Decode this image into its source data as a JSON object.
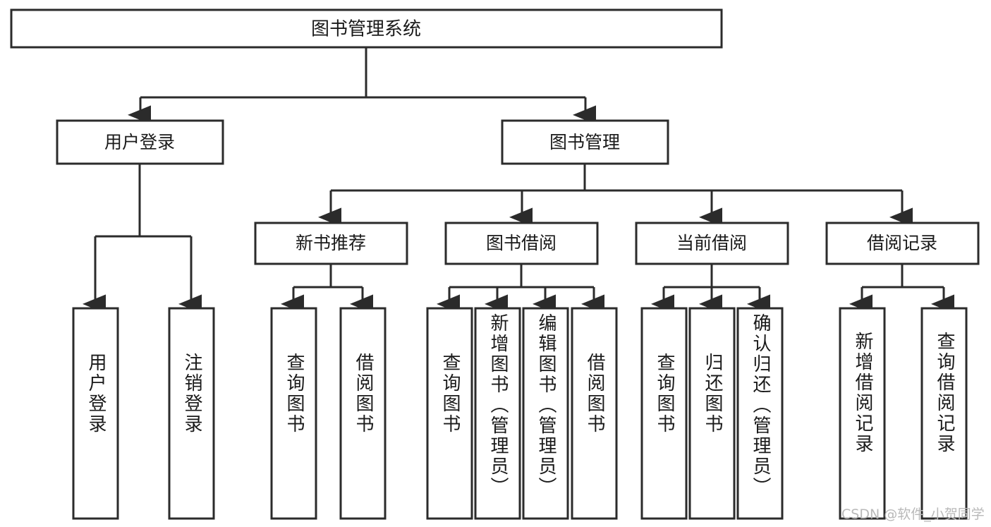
{
  "diagram": {
    "type": "tree",
    "title": "图书管理系统",
    "root": {
      "id": "root",
      "label": "图书管理系统"
    },
    "level2": [
      {
        "id": "user-login",
        "label": "用户登录"
      },
      {
        "id": "book-manage",
        "label": "图书管理"
      }
    ],
    "level3": [
      {
        "id": "new-book-recommend",
        "label": "新书推荐",
        "parent": "book-manage"
      },
      {
        "id": "book-borrow",
        "label": "图书借阅",
        "parent": "book-manage"
      },
      {
        "id": "current-borrow",
        "label": "当前借阅",
        "parent": "book-manage"
      },
      {
        "id": "borrow-record",
        "label": "借阅记录",
        "parent": "book-manage"
      }
    ],
    "leaves": [
      {
        "id": "leaf-user-login",
        "label": "用户登录",
        "parent": "user-login"
      },
      {
        "id": "leaf-logout-login",
        "label": "注销登录",
        "parent": "user-login"
      },
      {
        "id": "leaf-query-book-1",
        "label": "查询图书",
        "parent": "new-book-recommend"
      },
      {
        "id": "leaf-borrow-book-1",
        "label": "借阅图书",
        "parent": "new-book-recommend"
      },
      {
        "id": "leaf-query-book-2",
        "label": "查询图书",
        "parent": "book-borrow"
      },
      {
        "id": "leaf-add-book",
        "label": "新增图书（管理员）",
        "parent": "book-borrow"
      },
      {
        "id": "leaf-edit-book",
        "label": "编辑图书（管理员）",
        "parent": "book-borrow"
      },
      {
        "id": "leaf-borrow-book-2",
        "label": "借阅图书",
        "parent": "book-borrow"
      },
      {
        "id": "leaf-query-book-3",
        "label": "查询图书",
        "parent": "current-borrow"
      },
      {
        "id": "leaf-return-book",
        "label": "归还图书",
        "parent": "current-borrow"
      },
      {
        "id": "leaf-confirm-return",
        "label": "确认归还（管理员）",
        "parent": "current-borrow"
      },
      {
        "id": "leaf-add-record",
        "label": "新增借阅记录",
        "parent": "borrow-record"
      },
      {
        "id": "leaf-query-record",
        "label": "查询借阅记录",
        "parent": "borrow-record"
      }
    ],
    "watermark": "CSDN @软件_小贺同学",
    "colors": {
      "stroke": "#2b2b2b",
      "fill": "#ffffff",
      "text": "#1a1a1a",
      "watermark": "#b9b9b9",
      "background": "#ffffff"
    }
  }
}
